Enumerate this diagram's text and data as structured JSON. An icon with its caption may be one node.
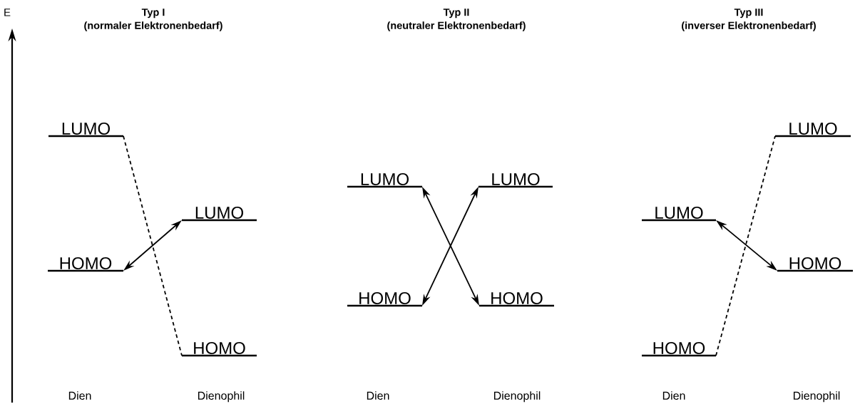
{
  "diagram": {
    "nodes": [
      {
        "text": [
          "LUMO"
        ]
      },
      {
        "text": [
          "HOMO"
        ]
      },
      {
        "text": [
          "LUMO"
        ]
      },
      {
        "text": [
          "HOMO"
        ]
      },
      {
        "text": [
          "LUMO"
        ]
      },
      {
        "text": [
          "HOMO"
        ]
      },
      {
        "text": [
          "LUMO"
        ]
      },
      {
        "text": [
          "HOMO"
        ]
      },
      {
        "text": [
          "LUMO"
        ]
      },
      {
        "text": [
          "HOMO"
        ]
      },
      {
        "text": [
          "LUMO"
        ]
      },
      {
        "text": [
          "HOMO"
        ]
      }
    ],
    "edges": [
      {
        "from": 0,
        "to": 3,
        "arrow": "none",
        "style": "dashed"
      },
      {
        "from": 1,
        "to": 2,
        "arrow": "both"
      },
      {
        "from": 4,
        "to": 7,
        "arrow": "both"
      },
      {
        "from": 5,
        "to": 6,
        "arrow": "both"
      },
      {
        "from": 8,
        "to": 11,
        "arrow": "both"
      },
      {
        "from": 9,
        "to": 10,
        "arrow": "none",
        "style": "dashed"
      }
    ],
    "labels": [
      "E",
      "Typ I",
      "(normaler Elektronenbedarf)",
      "Typ II",
      "(neutraler Elektronenbedarf)",
      "Typ III",
      "(inverser Elektronenbedarf)",
      "Dien",
      "Dienophil",
      "Dien",
      "Dienophil",
      "Dien",
      "Dienophil"
    ]
  }
}
